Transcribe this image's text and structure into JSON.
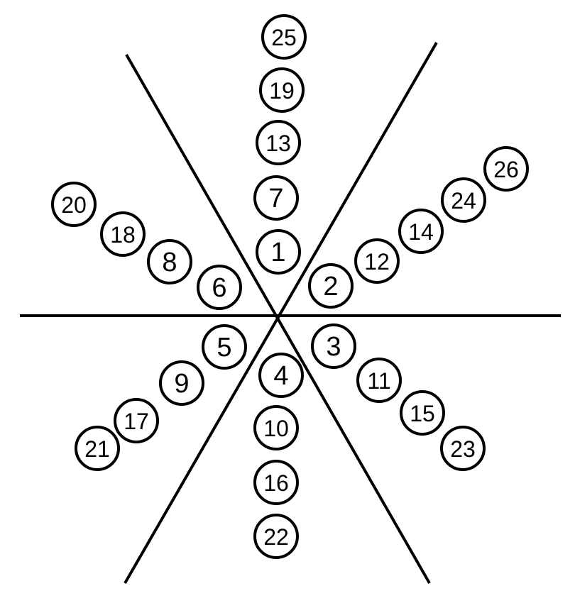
{
  "diagram": {
    "nodes": [
      {
        "id": "node-25",
        "label": "25"
      },
      {
        "id": "node-19",
        "label": "19"
      },
      {
        "id": "node-13",
        "label": "13"
      },
      {
        "id": "node-7",
        "label": "7"
      },
      {
        "id": "node-1",
        "label": "1"
      },
      {
        "id": "node-26",
        "label": "26"
      },
      {
        "id": "node-24",
        "label": "24"
      },
      {
        "id": "node-14",
        "label": "14"
      },
      {
        "id": "node-12",
        "label": "12"
      },
      {
        "id": "node-2",
        "label": "2"
      },
      {
        "id": "node-20",
        "label": "20"
      },
      {
        "id": "node-18",
        "label": "18"
      },
      {
        "id": "node-8",
        "label": "8"
      },
      {
        "id": "node-6",
        "label": "6"
      },
      {
        "id": "node-5",
        "label": "5"
      },
      {
        "id": "node-9",
        "label": "9"
      },
      {
        "id": "node-17",
        "label": "17"
      },
      {
        "id": "node-21",
        "label": "21"
      },
      {
        "id": "node-4",
        "label": "4"
      },
      {
        "id": "node-10",
        "label": "10"
      },
      {
        "id": "node-16",
        "label": "16"
      },
      {
        "id": "node-22",
        "label": "22"
      },
      {
        "id": "node-3",
        "label": "3"
      },
      {
        "id": "node-11",
        "label": "11"
      },
      {
        "id": "node-15",
        "label": "15"
      },
      {
        "id": "node-23",
        "label": "23"
      }
    ]
  }
}
